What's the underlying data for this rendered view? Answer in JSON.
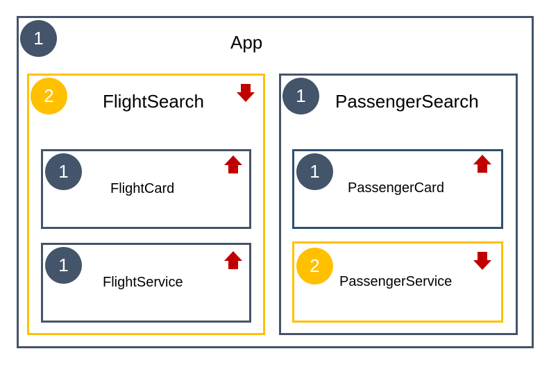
{
  "colors": {
    "dark": "#44546a",
    "yellow": "#ffc000",
    "arrow_red": "#c00000"
  },
  "app": {
    "label": "App",
    "badge": "1"
  },
  "flight_search": {
    "label": "FlightSearch",
    "badge": "2",
    "arrow": "down-arrow-icon",
    "children": {
      "flight_card": {
        "label": "FlightCard",
        "badge": "1",
        "arrow": "up-arrow-icon"
      },
      "flight_service": {
        "label": "FlightService",
        "badge": "1",
        "arrow": "up-arrow-icon"
      }
    }
  },
  "passenger_search": {
    "label": "PassengerSearch",
    "badge": "1",
    "children": {
      "passenger_card": {
        "label": "PassengerCard",
        "badge": "1",
        "arrow": "up-arrow-icon"
      },
      "passenger_service": {
        "label": "PassengerService",
        "badge": "2",
        "arrow": "down-arrow-icon"
      }
    }
  }
}
